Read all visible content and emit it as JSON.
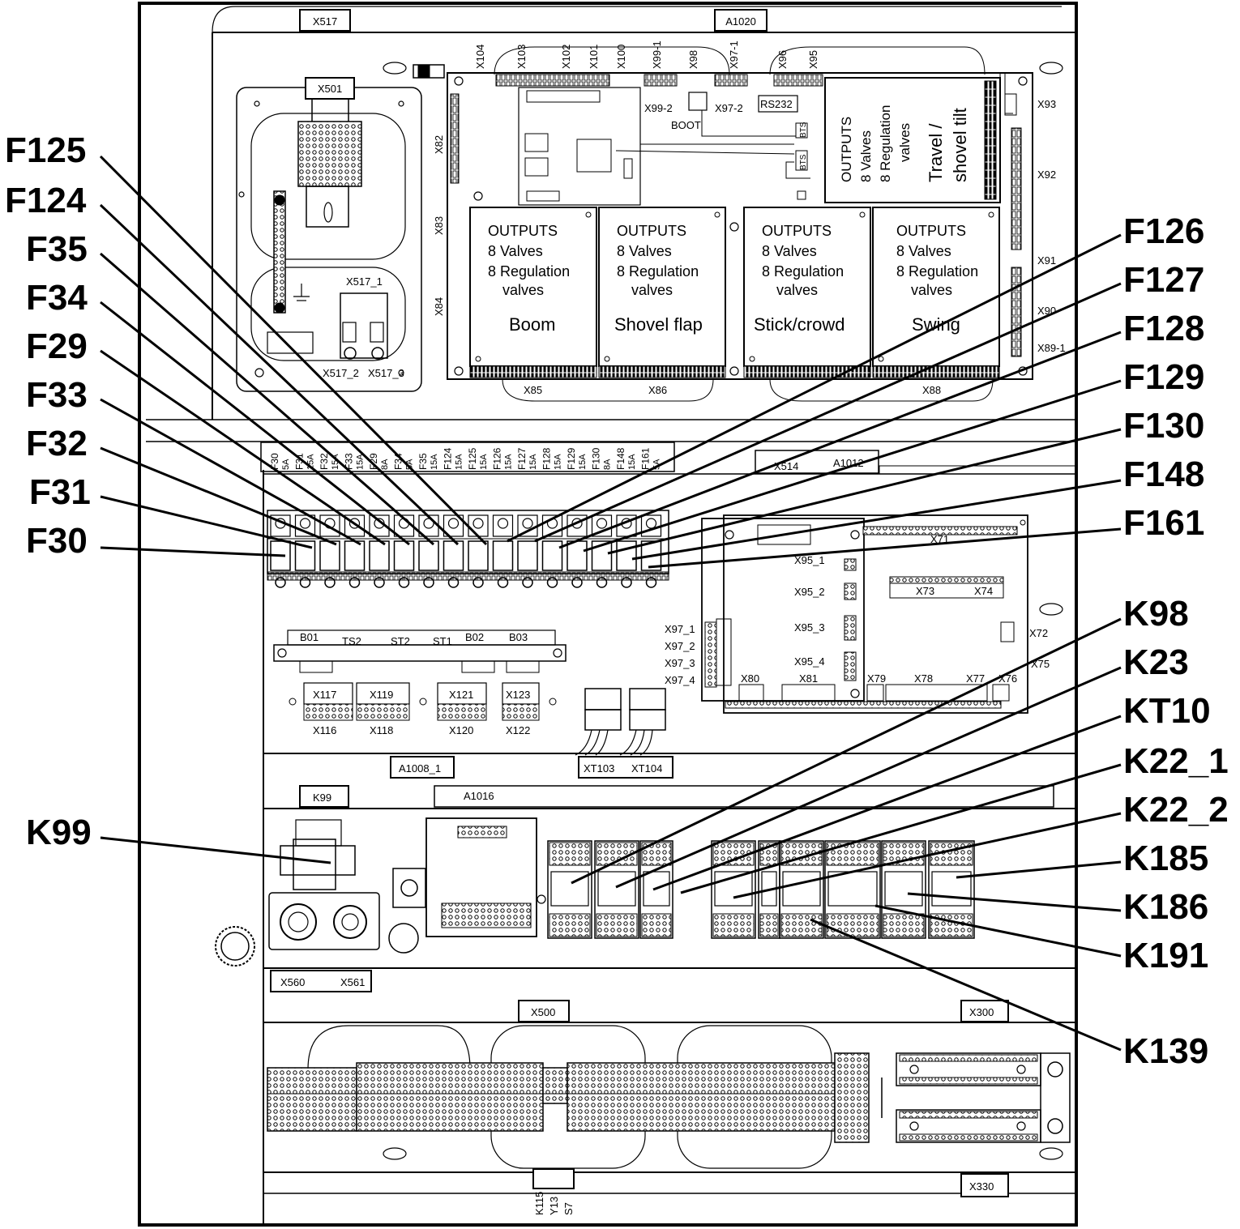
{
  "callouts_left": [
    "F125",
    "F124",
    "F35",
    "F34",
    "F29",
    "F33",
    "F32",
    "F31",
    "F30",
    "K99"
  ],
  "callouts_right": [
    "F126",
    "F127",
    "F128",
    "F129",
    "F130",
    "F148",
    "F161",
    "K98",
    "K23",
    "KT10",
    "K22_1",
    "K22_2",
    "K185",
    "K186",
    "K191",
    "K139"
  ],
  "top_labels": {
    "x517": "X517",
    "a1020": "A1020",
    "x501": "X501"
  },
  "board_connectors_top": [
    "X104",
    "X103",
    "X102",
    "X101",
    "X100",
    "X99-1",
    "X98",
    "X97-1",
    "X96",
    "X95"
  ],
  "board_connectors_side": [
    "X82",
    "X83",
    "X84",
    "X93",
    "X92",
    "X91",
    "X90",
    "X89-1"
  ],
  "board_connectors_bottom": [
    "X85",
    "X86",
    "X88"
  ],
  "board_misc": {
    "x99_2": "X99-2",
    "boot": "BOOT",
    "x97_2": "X97-2",
    "rs232": "RS232",
    "bts": "BTS",
    "x517_1": "X517_1",
    "x517_2": "X517_2",
    "x517_3": "X517_3"
  },
  "modules": [
    {
      "l1": "OUTPUTS",
      "l2": "8 Valves",
      "l3": "8 Regulation",
      "l4": "valves",
      "name": "Boom"
    },
    {
      "l1": "OUTPUTS",
      "l2": "8 Valves",
      "l3": "8 Regulation",
      "l4": "valves",
      "name": "Shovel flap"
    },
    {
      "l1": "OUTPUTS",
      "l2": "8 Valves",
      "l3": "8 Regulation",
      "l4": "valves",
      "name": "Stick/crowd"
    },
    {
      "l1": "OUTPUTS",
      "l2": "8 Valves",
      "l3": "8 Regulation",
      "l4": "valves",
      "name": "Swing"
    }
  ],
  "top_module": {
    "l1": "OUTPUTS",
    "l2": "8 Valves",
    "l3": "8 Regulation",
    "l4": "valves",
    "name1": "Travel /",
    "name2": "shovel tilt"
  },
  "fuses": [
    {
      "id": "F30",
      "rating": "5A"
    },
    {
      "id": "F31",
      "rating": "15A"
    },
    {
      "id": "F32",
      "rating": "15A"
    },
    {
      "id": "F33",
      "rating": "15A"
    },
    {
      "id": "F29",
      "rating": "8A"
    },
    {
      "id": "F34",
      "rating": "5A"
    },
    {
      "id": "F35",
      "rating": "15A"
    },
    {
      "id": "F124",
      "rating": "15A"
    },
    {
      "id": "F125",
      "rating": "15A"
    },
    {
      "id": "F126",
      "rating": "15A"
    },
    {
      "id": "F127",
      "rating": "15A"
    },
    {
      "id": "F128",
      "rating": "15A"
    },
    {
      "id": "F129",
      "rating": "15A"
    },
    {
      "id": "F130",
      "rating": "8A"
    },
    {
      "id": "F148",
      "rating": "15A"
    },
    {
      "id": "F161",
      "rating": "5A"
    }
  ],
  "mid_labels": {
    "x514": "X514",
    "a1012": "A1012",
    "x71": "X71",
    "x73": "X73",
    "x74": "X74",
    "x72": "X72",
    "x75": "X75",
    "x79": "X79",
    "x78": "X78",
    "x77": "X77",
    "x76": "X76",
    "x80": "X80",
    "x81": "X81"
  },
  "x95_labels": [
    "X95_1",
    "X95_2",
    "X95_3",
    "X95_4"
  ],
  "x97_labels": [
    "X97_1",
    "X97_2",
    "X97_3",
    "X97_4"
  ],
  "sensor_labels": [
    "B01",
    "TS2",
    "ST2",
    "ST1",
    "B02",
    "B03"
  ],
  "terminal_top": [
    "X117",
    "X119",
    "X121",
    "X123"
  ],
  "terminal_bottom": [
    "X116",
    "X118",
    "X120",
    "X122"
  ],
  "lower_labels": {
    "a1008_1": "A1008_1",
    "xt103": "XT103",
    "xt104": "XT104",
    "k99": "K99",
    "a1016": "A1016",
    "x560": "X560",
    "x561": "X561",
    "x500": "X500",
    "x300": "X300",
    "x330": "X330",
    "k115": "K115",
    "y13": "Y13",
    "s7": "S7"
  }
}
